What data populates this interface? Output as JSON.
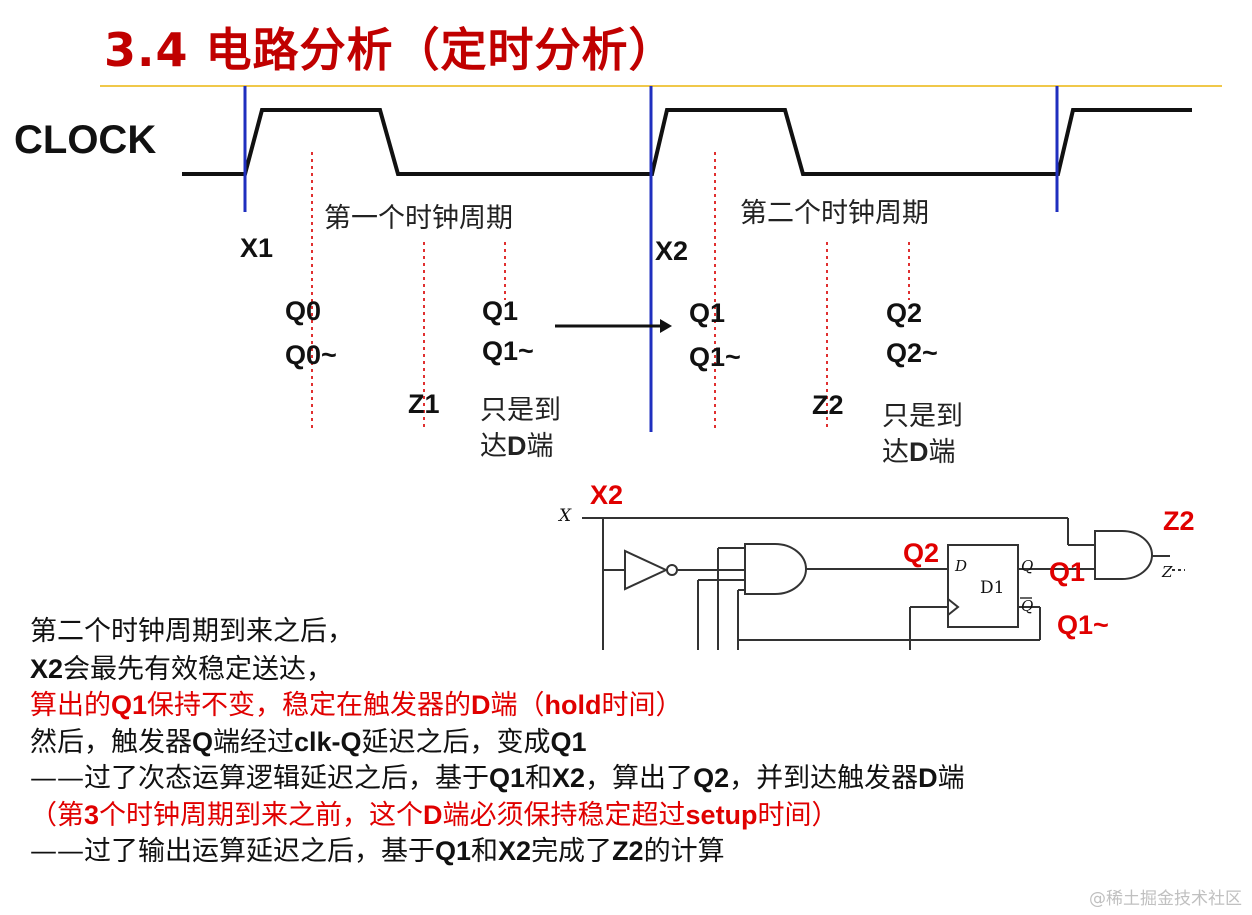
{
  "title": "3.4 电路分析（定时分析）",
  "clock_label": "CLOCK",
  "timing": {
    "cycle1_label": "第一个时钟周期",
    "cycle2_label": "第二个时钟周期",
    "x1": "X1",
    "x2": "X2",
    "q0": "Q0",
    "q0n": "Q0~",
    "q1a": "Q1",
    "q1an": "Q1~",
    "q1b": "Q1",
    "q1bn": "Q1~",
    "q2": "Q2",
    "q2n": "Q2~",
    "z1": "Z1",
    "z2": "Z2",
    "reach1_line1": "只是到",
    "reach1_line2a": "达",
    "reach1_line2b": "D",
    "reach1_line2c": "端",
    "reach2_line1": "只是到",
    "reach2_line2a": "达",
    "reach2_line2b": "D",
    "reach2_line2c": "端"
  },
  "circuit": {
    "input_x": "X",
    "x2_label": "X2",
    "q2_label": "Q2",
    "d_pin": "D",
    "ff_name": "D1",
    "q_pin": "Q",
    "qbar_pin": "Q",
    "q1_label": "Q1",
    "q1n_label": "Q1~",
    "z_out": "Z",
    "z2_label": "Z2"
  },
  "explanation": {
    "l1": "第二个时钟周期到来之后，",
    "l2a": "X2",
    "l2b": "会最先有效稳定送达，",
    "l3a": "算出的",
    "l3b": "Q1",
    "l3c": "保持不变，稳定在触发器的",
    "l3d": "D",
    "l3e": "端（",
    "l3f": "hold",
    "l3g": "时间）",
    "l4a": "然后，触发器",
    "l4b": "Q",
    "l4c": "端经过",
    "l4d": "clk-Q",
    "l4e": "延迟之后，变成",
    "l4f": "Q1",
    "l5a": "——过了次态运算逻辑延迟之后，基于",
    "l5b": "Q1",
    "l5c": "和",
    "l5d": "X2",
    "l5e": "，算出了",
    "l5f": "Q2",
    "l5g": "，并到达触发器",
    "l5h": "D",
    "l5i": "端",
    "l6a": "（第",
    "l6b": "3",
    "l6c": "个时钟周期到来之前，这个",
    "l6d": "D",
    "l6e": "端必须保持稳定超过",
    "l6f": "setup",
    "l6g": "时间）",
    "l7a": "——过了输出运算延迟之后，基于",
    "l7b": "Q1",
    "l7c": "和",
    "l7d": "X2",
    "l7e": "完成了",
    "l7f": "Z2",
    "l7g": "的计算"
  },
  "watermark": "@稀土掘金技术社区",
  "colors": {
    "title": "#c00000",
    "highlight": "#e00000",
    "edge_marker": "#1f2fbf",
    "rule": "#f0c84a",
    "dotted": "#e03030"
  }
}
